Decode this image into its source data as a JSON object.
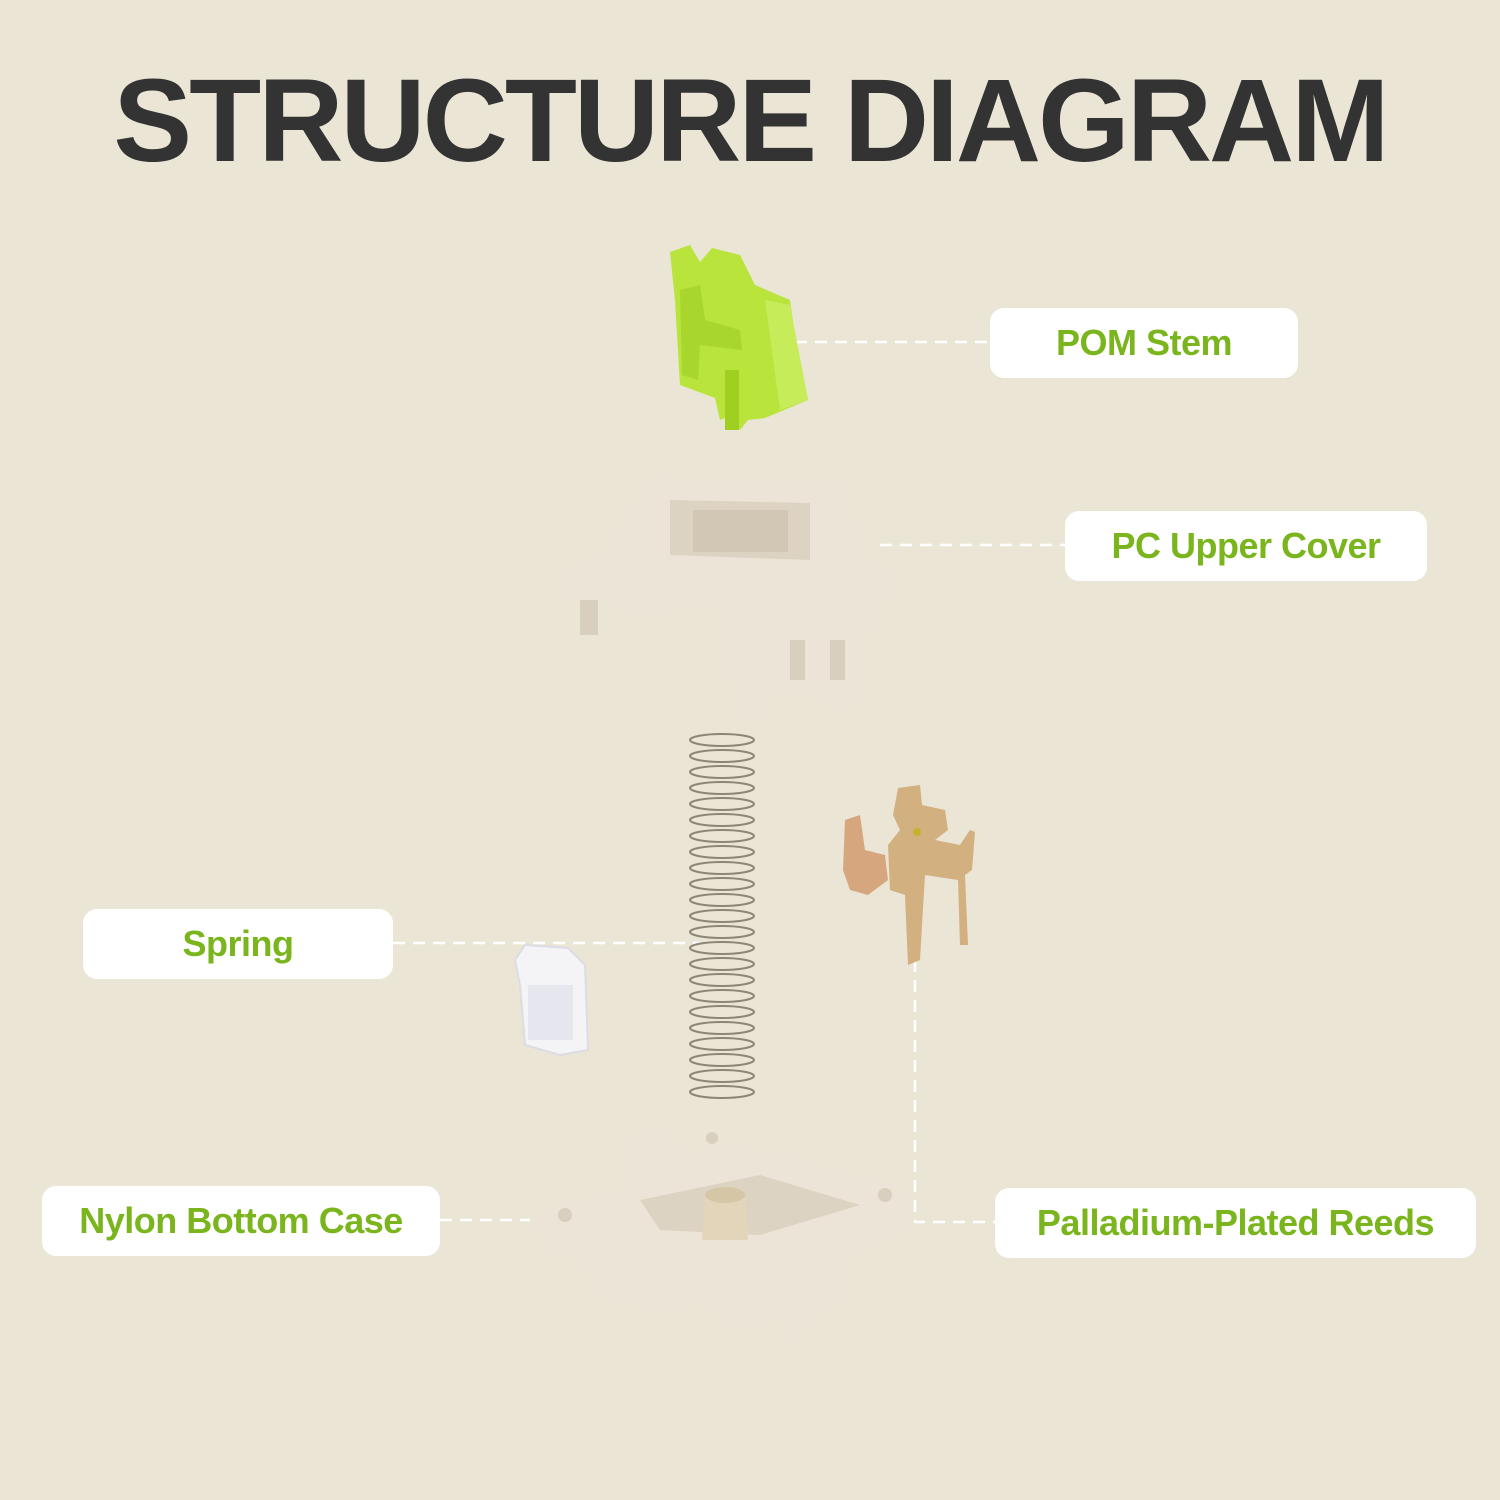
{
  "title": "STRUCTURE DIAGRAM",
  "labels": {
    "stem": "POM Stem",
    "upper_cover": "PC Upper Cover",
    "spring": "Spring",
    "bottom_case": "Nylon Bottom Case",
    "reeds": "Palladium-Plated Reeds"
  },
  "colors": {
    "background": "#ebe5d5",
    "accent": "#7ab51d",
    "title": "#333333",
    "stem": "#b9e43c",
    "housing": "#ece4d6",
    "reeds": "#d2b080"
  }
}
